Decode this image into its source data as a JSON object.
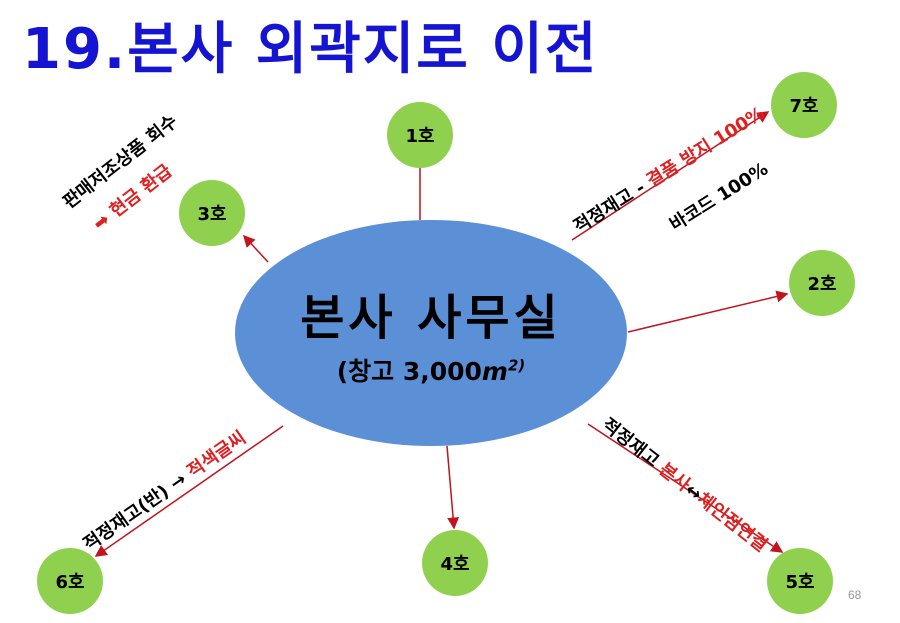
{
  "title": "19.본사 외곽지로 이전",
  "hq": {
    "name": "본사 사무실",
    "sub_prefix": "(창고 3,000",
    "sub_unit": "m",
    "sub_exp": "2)"
  },
  "stores": {
    "s1": "1호",
    "s2": "2호",
    "s3": "3호",
    "s4": "4호",
    "s5": "5호",
    "s6": "6호",
    "s7": "7호"
  },
  "notes": {
    "s7_line1_a": "적정재고 - ",
    "s7_line1_b": "결품 방지 100%",
    "s7_line2": "바코드 100%",
    "s3_line1": "판매저조상품 회수",
    "s3_arrow": "➡ ",
    "s3_line2": "현금 환급",
    "s6_a": "적정재고(반) → ",
    "s6_b": "적색글씨",
    "s5_a": "적정재고 ",
    "s5_b": "본사",
    "s5_c": "↔",
    "s5_d": "체인점연결"
  },
  "colors": {
    "title": "#1414d2",
    "hq_fill": "#5b8fd6",
    "store_fill": "#8fd14f",
    "arrow": "#c0141e",
    "highlight": "#e02020"
  },
  "page_number": "68"
}
